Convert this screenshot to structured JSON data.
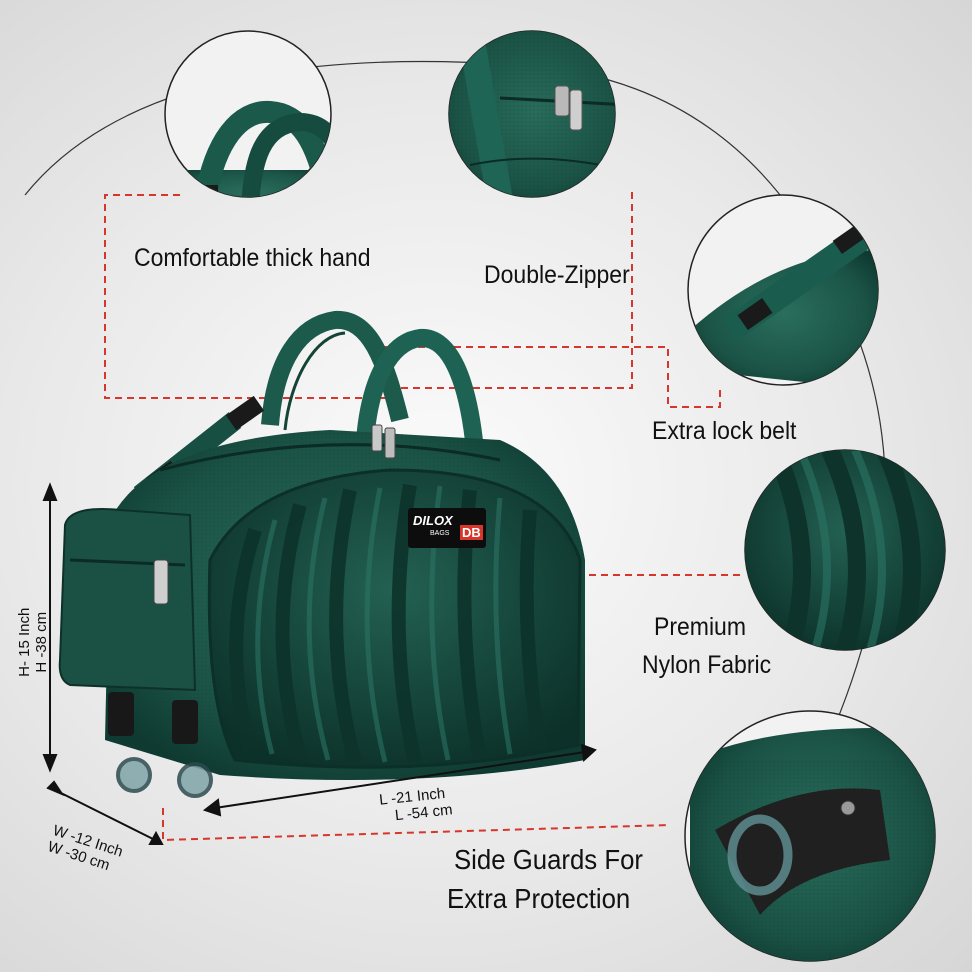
{
  "brand": {
    "logo_text": "DILOX",
    "logo_subtext": "BAGS",
    "logo_mark": "DB"
  },
  "features": {
    "handle": "Comfortable thick hand",
    "zipper": "Double-Zipper",
    "lock_belt": "Extra lock belt",
    "fabric_line1": "Premium",
    "fabric_line2": "Nylon Fabric",
    "guards_line1": "Side Guards For",
    "guards_line2": "Extra  Protection"
  },
  "dimensions": {
    "height_inch": "H- 15 Inch",
    "height_cm": "H -38 cm",
    "length_inch": "L -21 Inch",
    "length_cm": "L -54 cm",
    "width_inch": "W -12 Inch",
    "width_cm": "W -30 cm"
  },
  "colors": {
    "bag_green": "#1d5a4c",
    "bag_dark": "#0f3a31",
    "leader_red": "#d6362b",
    "background": "#ececec"
  }
}
